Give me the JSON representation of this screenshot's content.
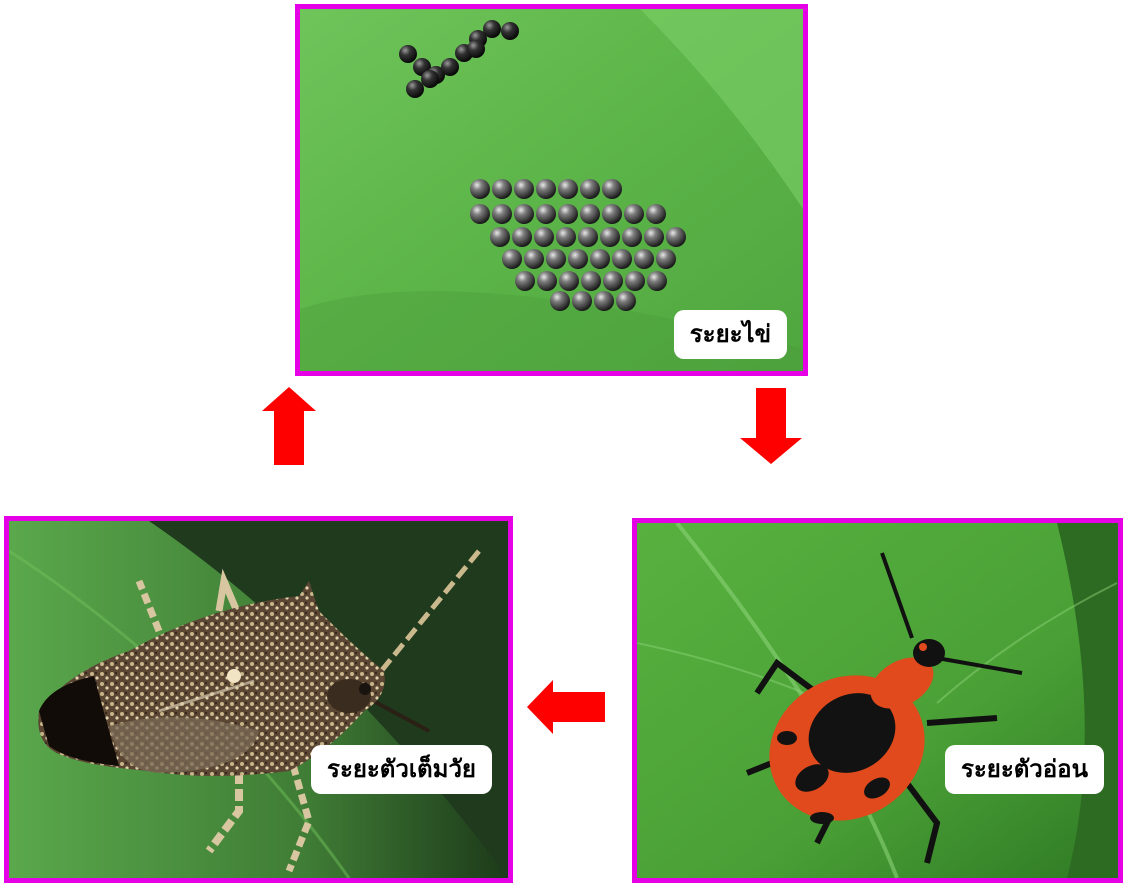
{
  "stages": {
    "egg": {
      "label": "ระยะไข่"
    },
    "nymph": {
      "label": "ระยะตัวอ่อน"
    },
    "adult": {
      "label": "ระยะตัวเต็มวัย"
    }
  },
  "colors": {
    "panel_border": "#e600e6",
    "arrow": "#ff0000",
    "leaf_green": "#5fb84a"
  },
  "icons": {
    "cycle_arrows": "arrow-icon"
  }
}
